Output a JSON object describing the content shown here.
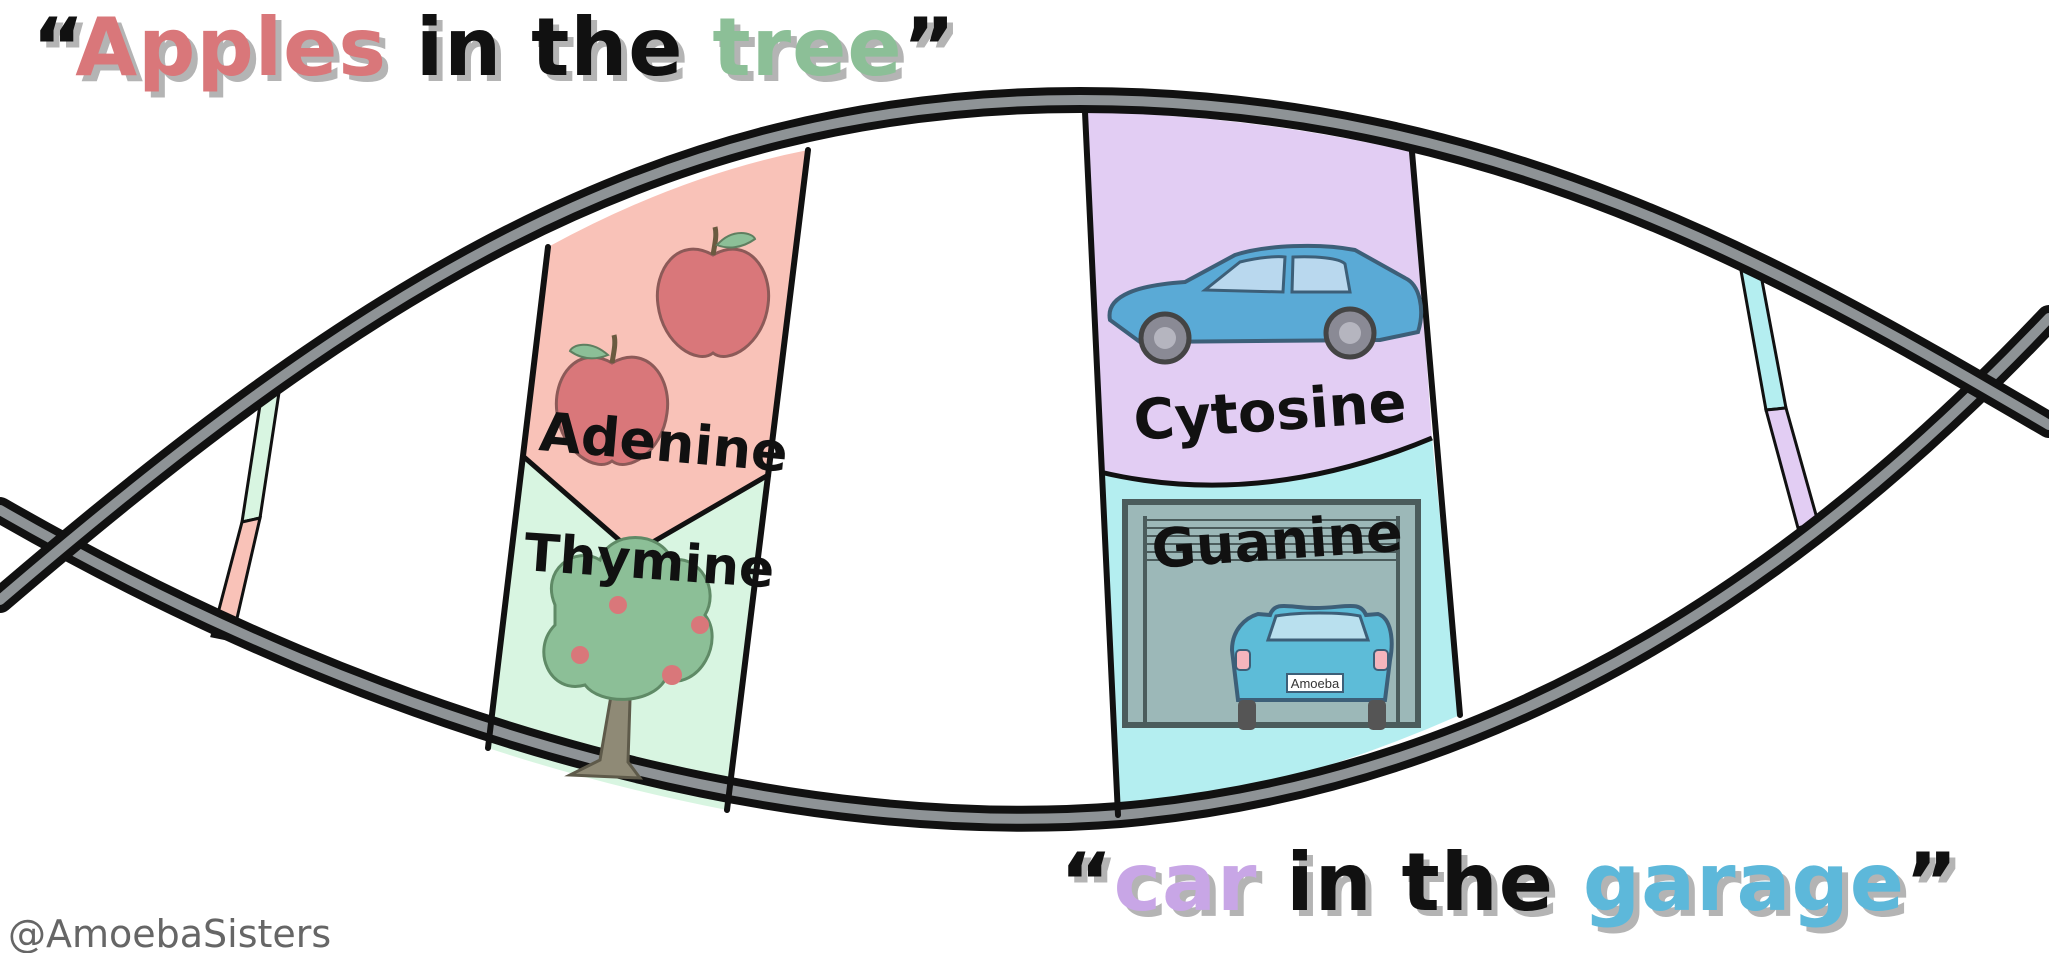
{
  "mnemonic_top": {
    "open_quote": "“",
    "word1": "Apples",
    "middle": " in the ",
    "word2": "tree",
    "close_quote": "”"
  },
  "mnemonic_bottom": {
    "open_quote": "“",
    "word1": "car",
    "middle": " in the ",
    "word2": "garage",
    "close_quote": "”"
  },
  "bases": {
    "adenine": "Adenine",
    "thymine": "Thymine",
    "cytosine": "Cytosine",
    "guanine": "Guanine"
  },
  "license_plate": "Amoeba",
  "credit": "@AmoebaSisters",
  "colors": {
    "adenine": "#f9c2b8",
    "thymine": "#d8f5e1",
    "cytosine": "#e2cdf3",
    "guanine": "#b4eef0",
    "apples_text": "#d9777a",
    "tree_text": "#8cbf97",
    "car_text": "#c8a6e6",
    "garage_text": "#5db8da",
    "backbone": "#8e9396",
    "outline": "#111111"
  }
}
